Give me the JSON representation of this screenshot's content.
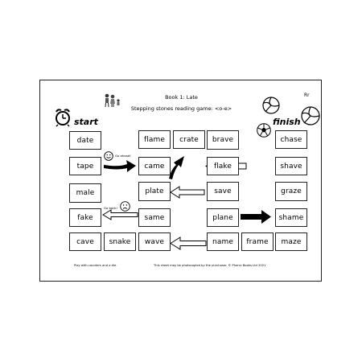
{
  "header": {
    "book": "Book 1: Late",
    "subtitle": "Stepping stones reading game: <o-e>",
    "corner": "Rr"
  },
  "labels": {
    "start": "start",
    "finish": "finish"
  },
  "notes": {
    "go_ahead": "Go ahead!",
    "go_back": "Go back!"
  },
  "stones": {
    "date": "date",
    "tape": "tape",
    "male": "male",
    "fake": "fake",
    "cave": "cave",
    "snake": "snake",
    "flame": "flame",
    "came": "came",
    "plate": "plate",
    "same": "same",
    "wave": "wave",
    "crate": "crate",
    "brave": "brave",
    "flake": "flake",
    "save": "save",
    "plane": "plane",
    "name": "name",
    "frame": "frame",
    "chase": "chase",
    "shave": "shave",
    "graze": "graze",
    "shame": "shame",
    "maze": "maze"
  },
  "footer": {
    "left": "Play with counters and a die.",
    "right": "This sheet may be photocopied by the purchaser. © Phonic Books Ltd 2021"
  },
  "icons": [
    "alarm-clock-icon",
    "children-icon",
    "volleyball-icon",
    "football-icon",
    "smiley-happy-icon",
    "smiley-sad-icon",
    "arrow-right-icon",
    "arrow-left-icon",
    "arrow-up-icon"
  ]
}
